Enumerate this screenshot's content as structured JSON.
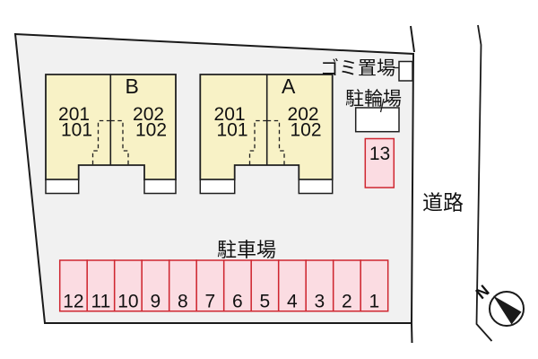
{
  "colors": {
    "site_fill": "#f1f1f1",
    "building_fill": "#f8f2c6",
    "parking_fill": "#fbdce2",
    "parking_border": "#cf2630",
    "line": "#1a1a1a"
  },
  "buildings": [
    {
      "name": "B",
      "units": [
        {
          "upper": "201",
          "lower": "101"
        },
        {
          "upper": "202",
          "lower": "102"
        }
      ]
    },
    {
      "name": "A",
      "units": [
        {
          "upper": "201",
          "lower": "101"
        },
        {
          "upper": "202",
          "lower": "102"
        }
      ]
    }
  ],
  "labels": {
    "trash": "ゴミ置場",
    "bicycle": "駐輪場",
    "parking_lot": "駐車場",
    "road": "道路",
    "north": "N"
  },
  "parking": {
    "row_spaces": [
      "12",
      "11",
      "10",
      "9",
      "8",
      "7",
      "6",
      "5",
      "4",
      "3",
      "2",
      "1"
    ],
    "separate_space": "13"
  }
}
